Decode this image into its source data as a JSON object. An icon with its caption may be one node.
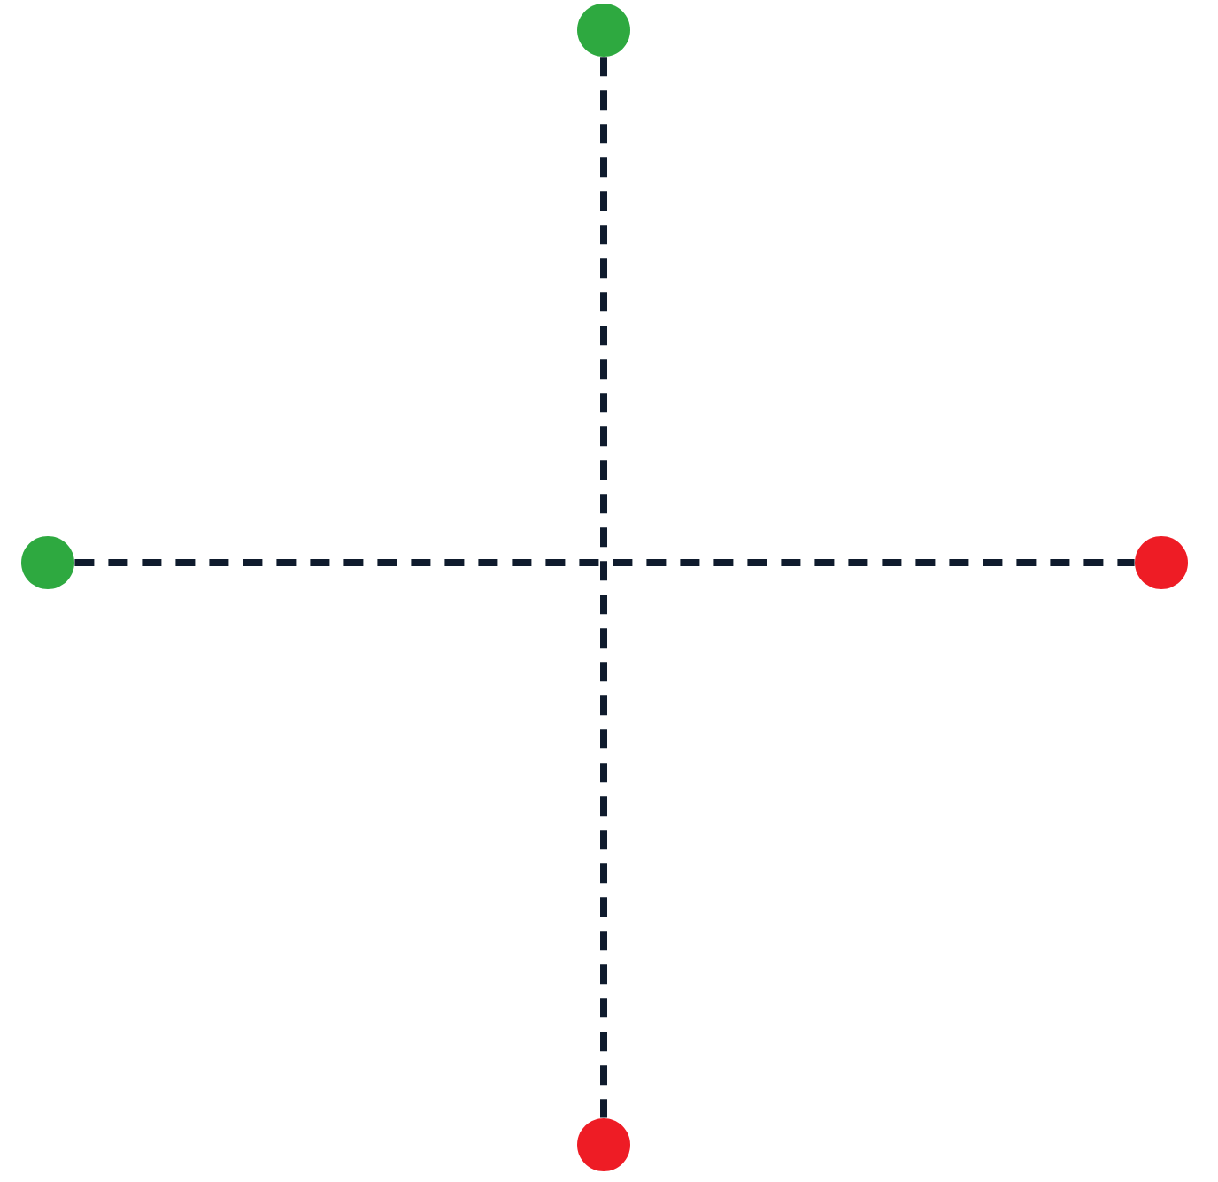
{
  "diagram": {
    "nodes": [
      {
        "text": [],
        "shape": "circle"
      },
      {
        "text": [],
        "shape": "circle"
      },
      {
        "text": [],
        "shape": "circle"
      },
      {
        "text": [],
        "shape": "circle"
      }
    ],
    "edges": [
      {
        "from": 0,
        "to": 3,
        "arrow": "none",
        "style": "dashed"
      },
      {
        "from": 1,
        "to": 2,
        "arrow": "none",
        "style": "dashed"
      }
    ]
  }
}
